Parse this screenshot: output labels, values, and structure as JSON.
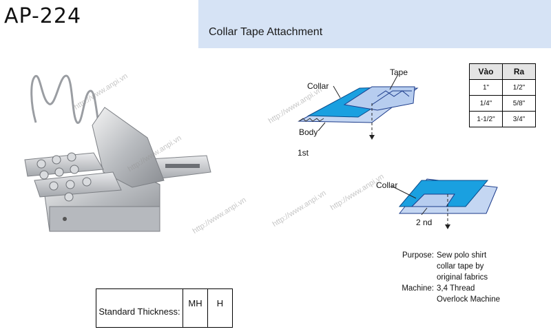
{
  "header": {
    "model_code": "AP-224",
    "title": "Collar Tape Attachment"
  },
  "diagram": {
    "step1": {
      "tape_label": "Tape",
      "collar_label": "Collar",
      "body_label": "Body",
      "step_label": "1st"
    },
    "step2": {
      "collar_label": "Collar",
      "step_label": "2 nd"
    },
    "accent_color": "#1aa0e0"
  },
  "size_table": {
    "headers": [
      "Vào",
      "Ra"
    ],
    "rows": [
      [
        "1\"",
        "1/2\""
      ],
      [
        "1/4\"",
        "5/8\""
      ],
      [
        "1-1/2\"",
        "3/4\""
      ]
    ]
  },
  "info": {
    "purpose_label": "Purpose:",
    "purpose_lines": [
      "Sew polo shirt",
      "collar tape by",
      "original fabrics"
    ],
    "machine_label": "Machine:",
    "machine_lines": [
      "3,4 Thread",
      "Overlock Machine"
    ]
  },
  "thickness": {
    "label": "Standard Thickness:",
    "options": [
      "MH",
      "H"
    ]
  },
  "watermark": "http://www.anpi.vn"
}
